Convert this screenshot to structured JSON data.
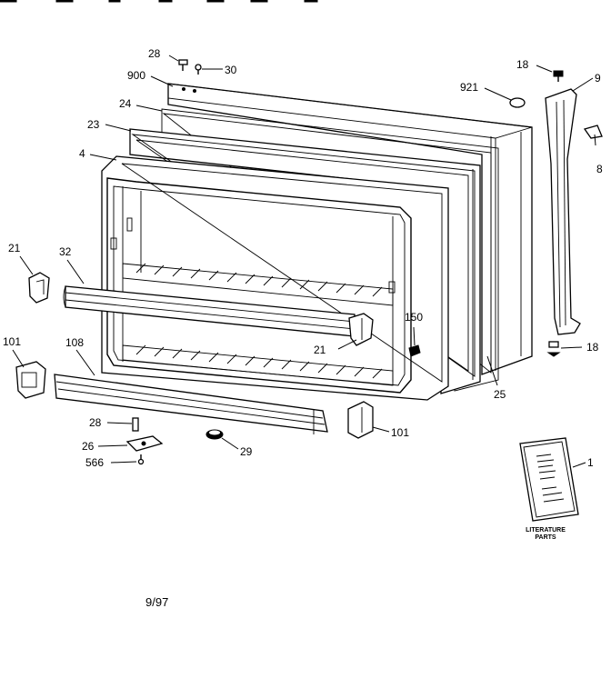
{
  "callouts": {
    "c28_top": "28",
    "c30": "30",
    "c900": "900",
    "c24": "24",
    "c23": "23",
    "c4": "4",
    "c921": "921",
    "c18_top": "18",
    "c9": "9",
    "c8": "8",
    "c21_left": "21",
    "c32": "32",
    "c150": "150",
    "c21_mid": "21",
    "c101_left": "101",
    "c108": "108",
    "c18_bot": "18",
    "c25": "25",
    "c28_bot": "28",
    "c26": "26",
    "c566": "566",
    "c29": "29",
    "c101_right": "101",
    "c1": "1"
  },
  "literature": {
    "line1": "LITERATURE",
    "line2": "PARTS"
  },
  "date_code": "9/97"
}
